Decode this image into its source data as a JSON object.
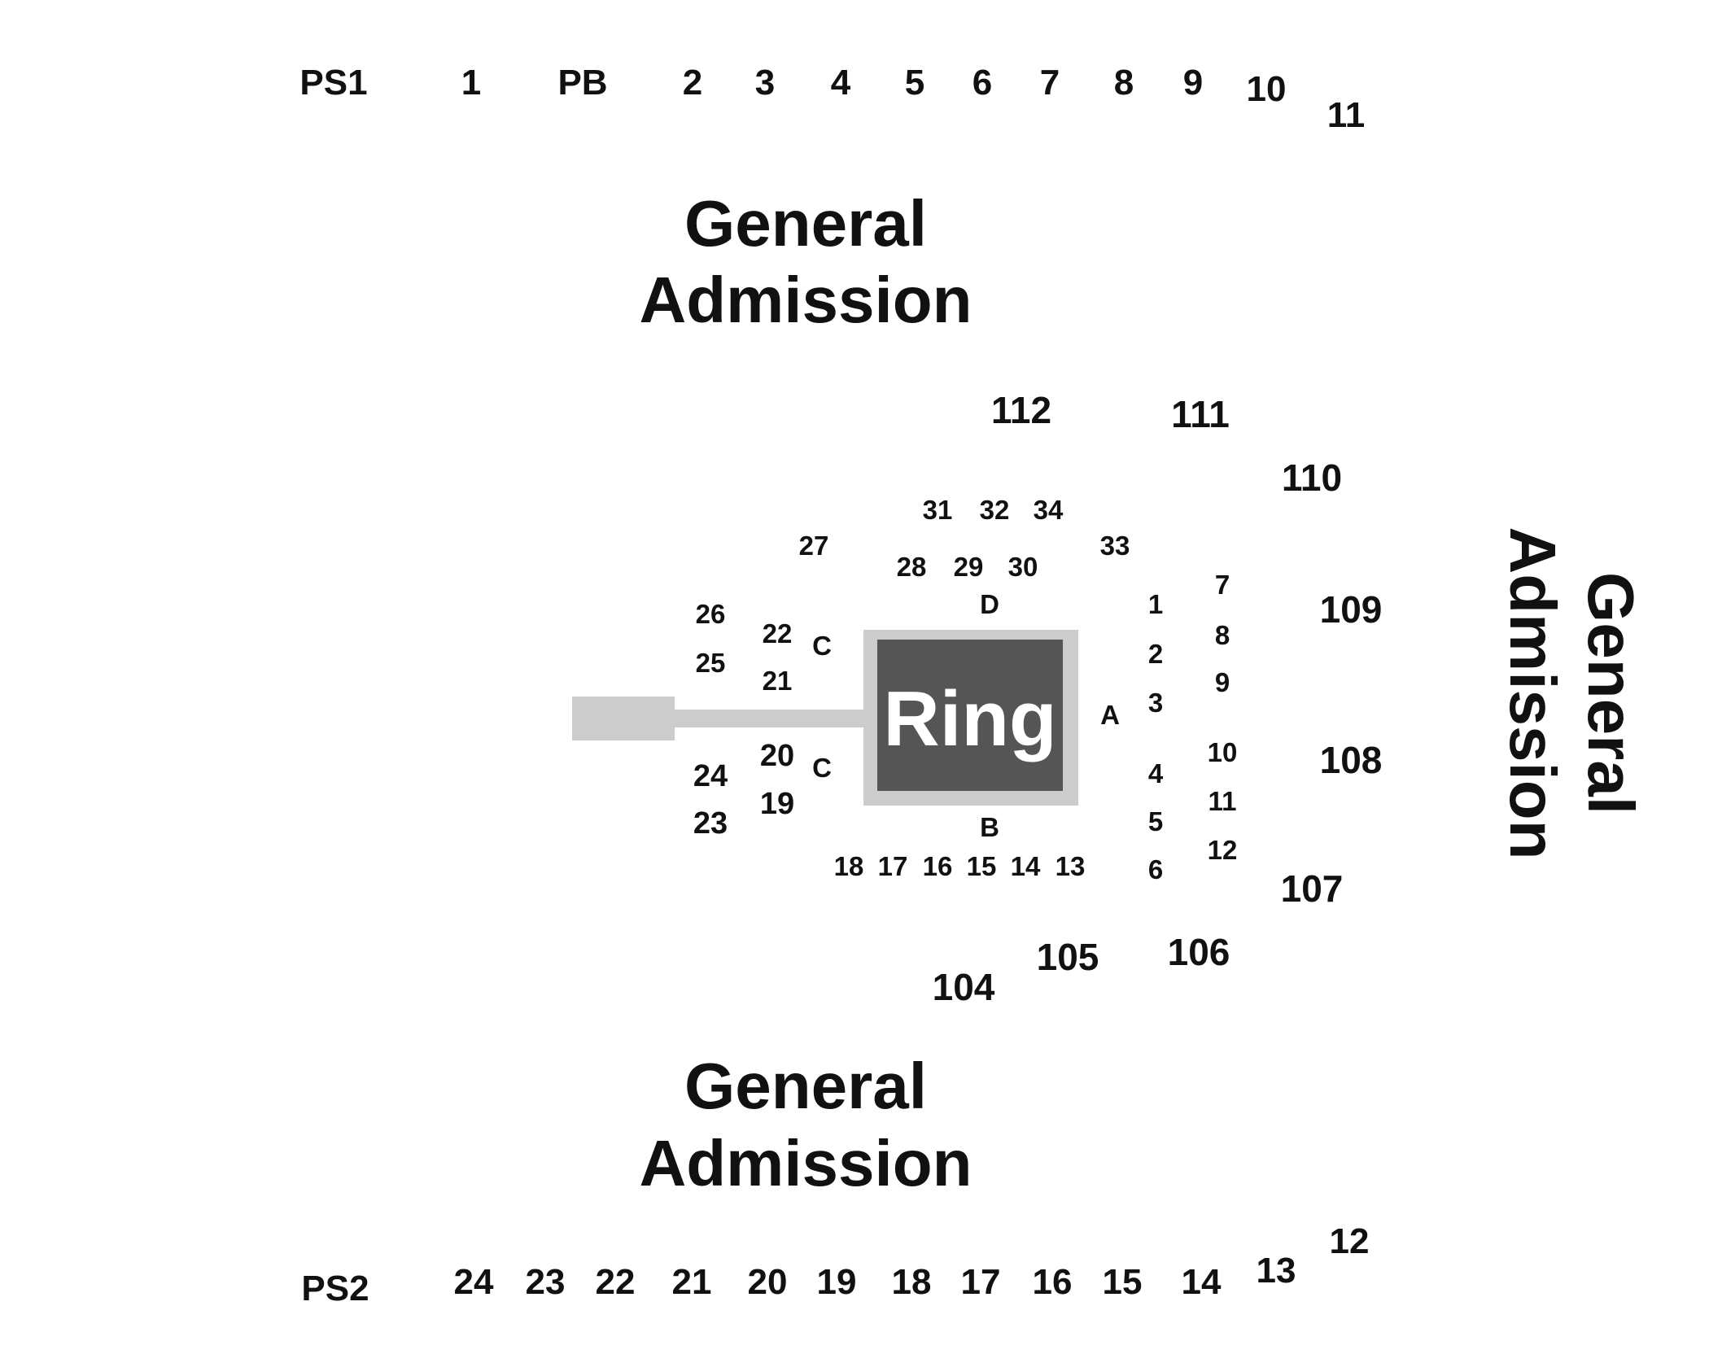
{
  "colors": {
    "background": "#ffffff",
    "text": "#111111",
    "ring_fill": "#555555",
    "ring_border": "#cccccc",
    "walkway": "#cccccc",
    "ring_text": "#ffffff"
  },
  "top_row": [
    "PS1",
    "1",
    "PB",
    "2",
    "3",
    "4",
    "5",
    "6",
    "7",
    "8",
    "9",
    "10",
    "11"
  ],
  "bottom_row": [
    "PS2",
    "24",
    "23",
    "22",
    "21",
    "20",
    "19",
    "18",
    "17",
    "16",
    "15",
    "14",
    "13",
    "12"
  ],
  "general_admission": {
    "top": [
      "General",
      "Admission"
    ],
    "bottom": [
      "General",
      "Admission"
    ],
    "right": [
      "General",
      "Admission"
    ]
  },
  "ring": {
    "label": "Ring"
  },
  "sections": [
    "112",
    "111",
    "110",
    "109",
    "108",
    "107",
    "106",
    "105",
    "104"
  ],
  "ring_sides": [
    "A",
    "B",
    "C",
    "C",
    "D"
  ],
  "floor_rows": {
    "top_back": [
      "31",
      "32",
      "34"
    ],
    "top_front": [
      "27",
      "28",
      "29",
      "30",
      "33"
    ],
    "left_outer": [
      "26",
      "25",
      "24",
      "23"
    ],
    "left_inner": [
      "22",
      "21",
      "20",
      "19"
    ],
    "right_inner": [
      "1",
      "2",
      "3",
      "4",
      "5",
      "6"
    ],
    "right_outer": [
      "7",
      "8",
      "9",
      "10",
      "11",
      "12"
    ],
    "bottom": [
      "18",
      "17",
      "16",
      "15",
      "14",
      "13"
    ]
  }
}
